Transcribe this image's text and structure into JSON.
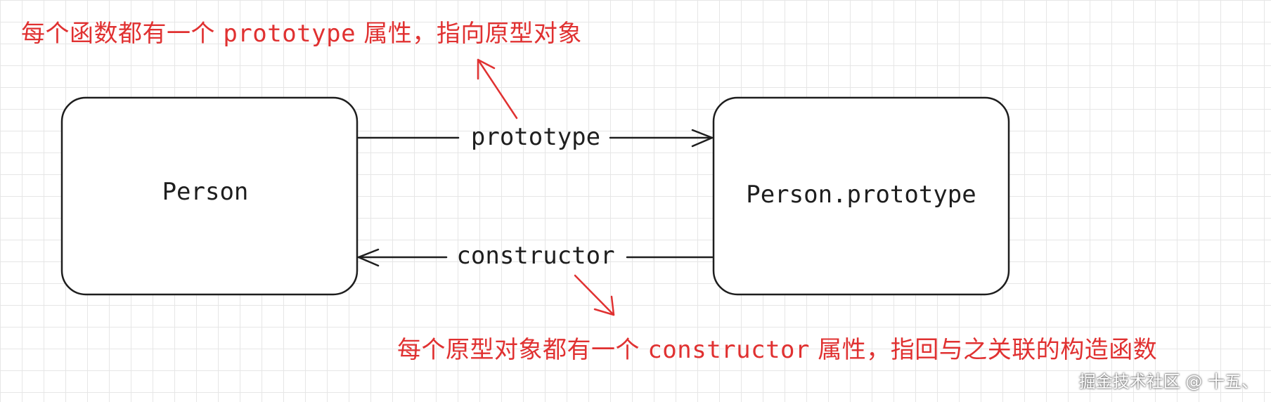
{
  "nodes": {
    "person": {
      "label": "Person"
    },
    "prototype_object": {
      "label": "Person.prototype"
    }
  },
  "edges": {
    "prototype": {
      "label": "prototype"
    },
    "constructor": {
      "label": "constructor"
    }
  },
  "annotations": {
    "top": {
      "before": "每个函数都有一个 ",
      "code": "prototype",
      "after": " 属性，指向原型对象"
    },
    "bottom": {
      "before": "每个原型对象都有一个 ",
      "code": "constructor",
      "after": " 属性，指回与之关联的构造函数"
    }
  },
  "watermark": "掘金技术社区 @ 十五、",
  "colors": {
    "stroke": "#1e1e1e",
    "annotation": "#e03131",
    "grid": "#e6e6e6",
    "background": "#ffffff"
  }
}
